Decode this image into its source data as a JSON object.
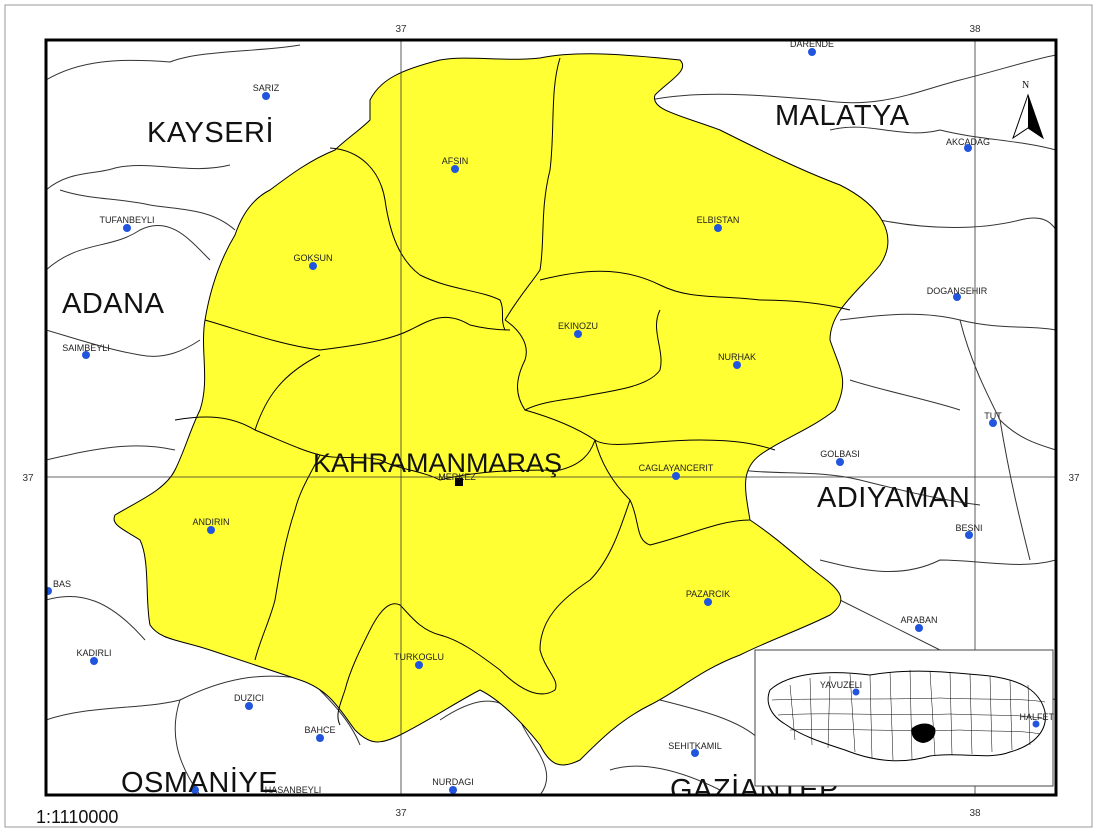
{
  "map": {
    "main_province": "KAHRAMANMARAŞ",
    "center_label": "MERKEZ",
    "scale": "1:1110000",
    "north": "N",
    "colors": {
      "highlight": "#ffff33",
      "border": "#000000",
      "background": "#ffffff",
      "point": "#2255dd",
      "inset_highlight": "#000000"
    },
    "grid": {
      "top": [
        "37",
        "38"
      ],
      "bottom": [
        "37",
        "38"
      ],
      "left": [
        "37"
      ],
      "right": [
        "37"
      ]
    },
    "neighbors": [
      "KAYSERİ",
      "MALATYA",
      "ADANA",
      "ADIYAMAN",
      "OSMANİYE",
      "GAZİANTEP"
    ],
    "districts": [
      "AFSIN",
      "ELBISTAN",
      "GOKSUN",
      "EKINOZU",
      "NURHAK",
      "CAGLAYANCERIT",
      "ANDIRIN",
      "PAZARCIK",
      "TURKOGLU"
    ],
    "towns": [
      "DARENDE",
      "SARIZ",
      "AKCADAG",
      "TUFANBEYLI",
      "DOGANSEHIR",
      "SAIMBEYLI",
      "TUT",
      "GOLBASI",
      "BESNI",
      "BAS",
      "ARABAN",
      "KADIRLI",
      "YAVUZELI",
      "HALFETI",
      "DUZICI",
      "BAHCE",
      "SEHITKAMIL",
      "NURDAGI",
      "HASANBEYLI"
    ]
  }
}
